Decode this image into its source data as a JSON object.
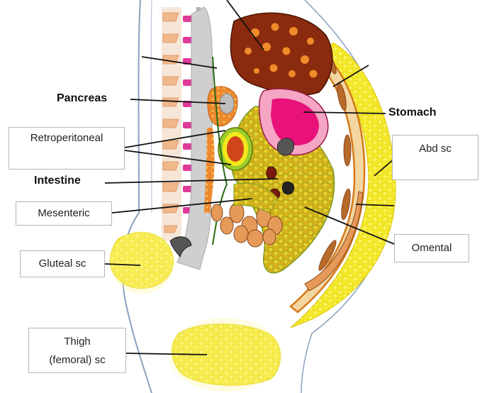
{
  "figure": {
    "labels": {
      "pancreas": "Pancreas",
      "stomach": "Stomach",
      "intestine": "Intestine",
      "retroperitoneal": "Retroperitoneal",
      "abd_sc": "Abd sc",
      "mesenteric": "Mesenteric",
      "omental": "Omental",
      "gluteal_sc": "Gluteal sc",
      "thigh_line1": "Thigh",
      "thigh_line2": "(femoral) sc"
    },
    "colors": {
      "fat_yellow": "#f2e81c",
      "liver_brown": "#8a2a0e",
      "liver_spots": "#f08a2a",
      "stomach_pink": "#e8127a",
      "stomach_outer": "#f4a6c4",
      "spine_pink": "#e0399a",
      "vertebra_tan": "#f1b88a",
      "intestine_orange": "#e69a5a",
      "peritoneum_grey": "#cfcfcf",
      "omental_green": "#7a9a22"
    }
  }
}
